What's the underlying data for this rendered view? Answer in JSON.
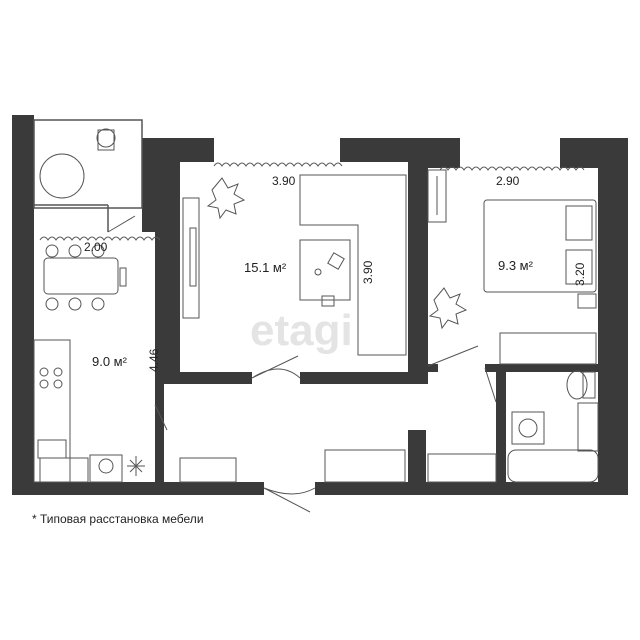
{
  "rooms": [
    {
      "name": "kitchen",
      "area": "9.0 м²",
      "dims": [
        "2.00",
        "4.46"
      ]
    },
    {
      "name": "living-room",
      "area": "15.1 м²",
      "dims": [
        "3.90",
        "3.90"
      ]
    },
    {
      "name": "bedroom",
      "area": "9.3 м²",
      "dims": [
        "2.90",
        "3.20"
      ]
    }
  ],
  "watermark": "etagi",
  "footnote": "* Типовая расстановка мебели",
  "colors": {
    "wall": "#3a3a3a",
    "line": "#555555",
    "background": "#ffffff"
  }
}
